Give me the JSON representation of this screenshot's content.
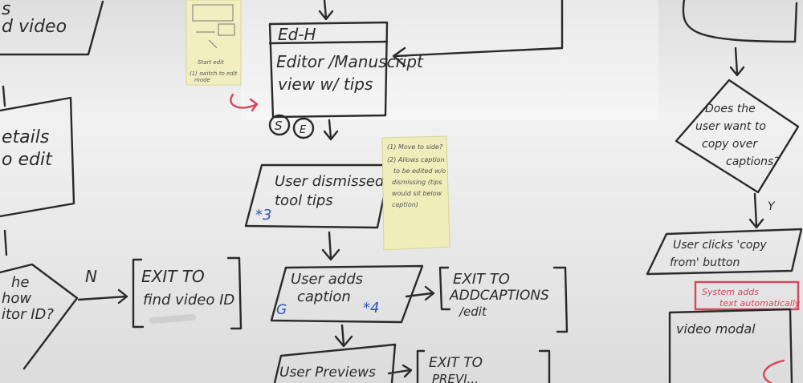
{
  "left_edge": {
    "top_text_1": "s",
    "top_text_2": "d video",
    "mid_text_1": "etails",
    "mid_text_2": "o edit",
    "diamond_text_1": "he",
    "diamond_text_2": "how",
    "diamond_text_3": "itor ID?"
  },
  "branch_n": "N",
  "edh_box": {
    "title": "Ed-H",
    "line1": "Editor /Manuscript",
    "line2": "view w/ tips",
    "badge_s": "S",
    "badge_e": "E"
  },
  "dismiss_box": {
    "line1": "User dismissed",
    "line2": "tool tips",
    "marker": "*3"
  },
  "exit_find": {
    "line1": "EXIT TO",
    "line2": "find video ID"
  },
  "adds_caption": {
    "line1": "User adds",
    "line2": "caption",
    "g_marker": "G",
    "star_marker": "*4"
  },
  "exit_addcaptions": {
    "line1": "EXIT TO",
    "line2": "ADDCAPTIONS",
    "line3": "/edit"
  },
  "user_previews": {
    "line1": "User Previews"
  },
  "exit_preview": {
    "line1": "EXIT TO",
    "line2": "PREVI..."
  },
  "sticky_notes": {
    "top_left_1": "Start edit",
    "top_left_2": "(1) switch to edit",
    "top_left_3": "mode",
    "right_1": "(1) Move to side?",
    "right_2": "(2) Allows caption",
    "right_3": "to be edited w/o",
    "right_4": "dismissing (tips",
    "right_5": "would sit below",
    "right_6": "caption)"
  },
  "right_side": {
    "diamond_1": "Does the",
    "diamond_2": "user want to",
    "diamond_3": "copy over",
    "diamond_4": "captions?",
    "y_label": "Y",
    "copy_1": "User clicks 'copy",
    "copy_2": "from' button",
    "system_1": "System adds",
    "system_2": "text automatically",
    "modal": "video modal"
  }
}
